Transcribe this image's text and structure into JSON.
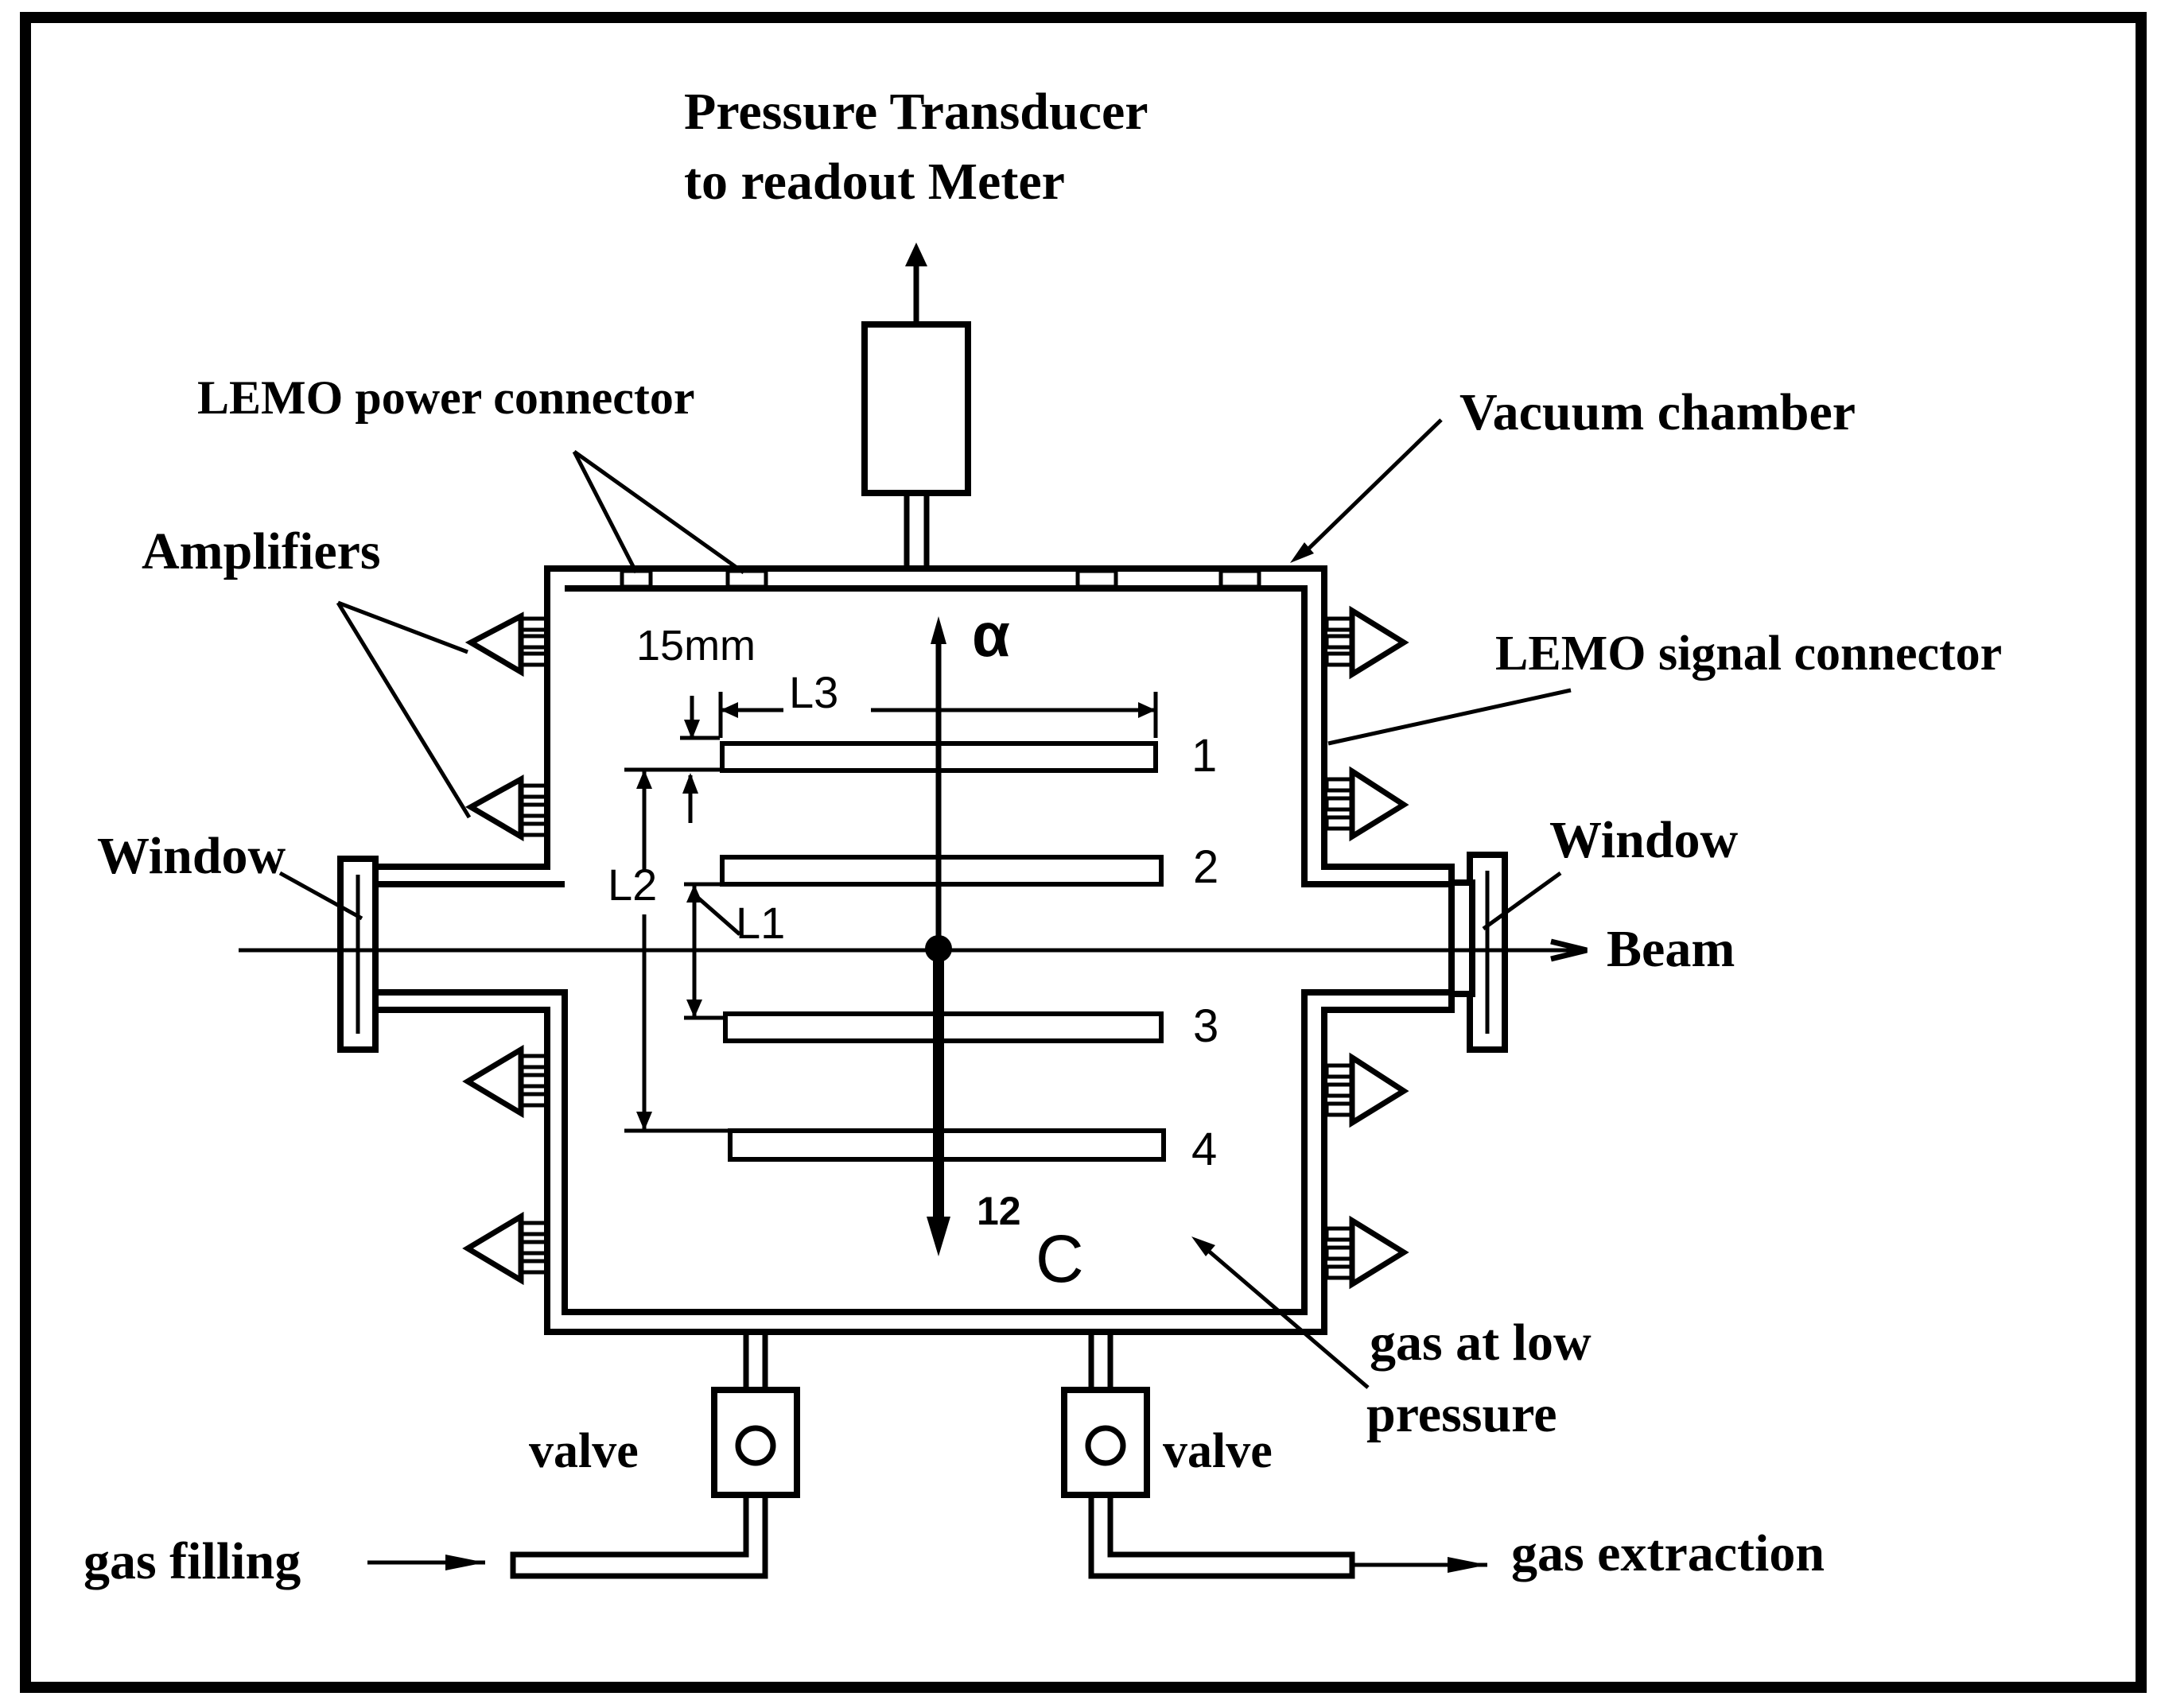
{
  "labels": {
    "pressure_transducer_line1": "Pressure Transducer",
    "pressure_transducer_line2": "to readout Meter",
    "lemo_power_connector": "LEMO power connector",
    "vacuum_chamber": "Vacuum chamber",
    "amplifiers": "Amplifiers",
    "lemo_signal_connector": "LEMO signal connector",
    "window_left": "Window",
    "window_right": "Window",
    "beam": "Beam",
    "dim_15mm": "15mm",
    "dim_l3": "L3",
    "dim_l2": "L2",
    "dim_l1": "L1",
    "alpha": "α",
    "carbon_mass": "12",
    "carbon_symbol": "C",
    "plate_1": "1",
    "plate_2": "2",
    "plate_3": "3",
    "plate_4": "4",
    "gas_low_pressure_line1": "gas at low",
    "gas_low_pressure_line2": "pressure",
    "valve_left": "valve",
    "valve_right": "valve",
    "gas_filling": "gas filling",
    "gas_extraction": "gas extraction"
  }
}
